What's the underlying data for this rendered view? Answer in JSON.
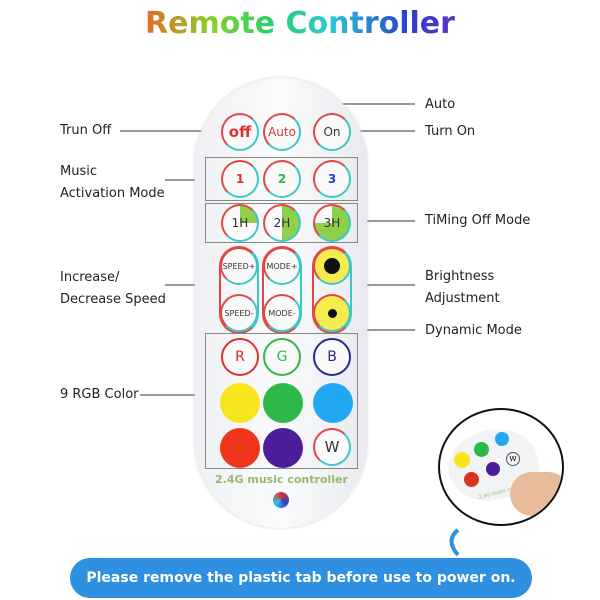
{
  "title": "Remote Controller",
  "buttons": {
    "off": "off",
    "auto": "Auto",
    "on": "On",
    "music": [
      "1",
      "2",
      "3"
    ],
    "timer": [
      "1H",
      "2H",
      "3H"
    ],
    "speed_up": "SPEED+",
    "speed_down": "SPEED-",
    "mode_up": "MODE+",
    "mode_down": "MODE-",
    "r": "R",
    "g": "G",
    "b": "B",
    "w": "W"
  },
  "colors": {
    "row1": [
      "#f5e61e",
      "#2fb84a",
      "#22a8f0"
    ],
    "row2": [
      "#f0341e",
      "#4a1e9a"
    ]
  },
  "brand": "2.4G music controller",
  "labels": {
    "trun_off": "Trun Off",
    "music_1": "Music",
    "music_2": "Activation Mode",
    "speed_1": "Increase/",
    "speed_2": "Decrease Speed",
    "rgb": "9 RGB Color",
    "auto": "Auto",
    "turn_on": "Turn On",
    "timing": "TiMing Off Mode",
    "bright_1": "Brightness",
    "bright_2": "Adjustment",
    "dynamic": "Dynamic Mode"
  },
  "banner": "Please remove the plastic tab before use to power on.",
  "inset": {
    "w": "W",
    "brand": "2.4G music controller"
  }
}
